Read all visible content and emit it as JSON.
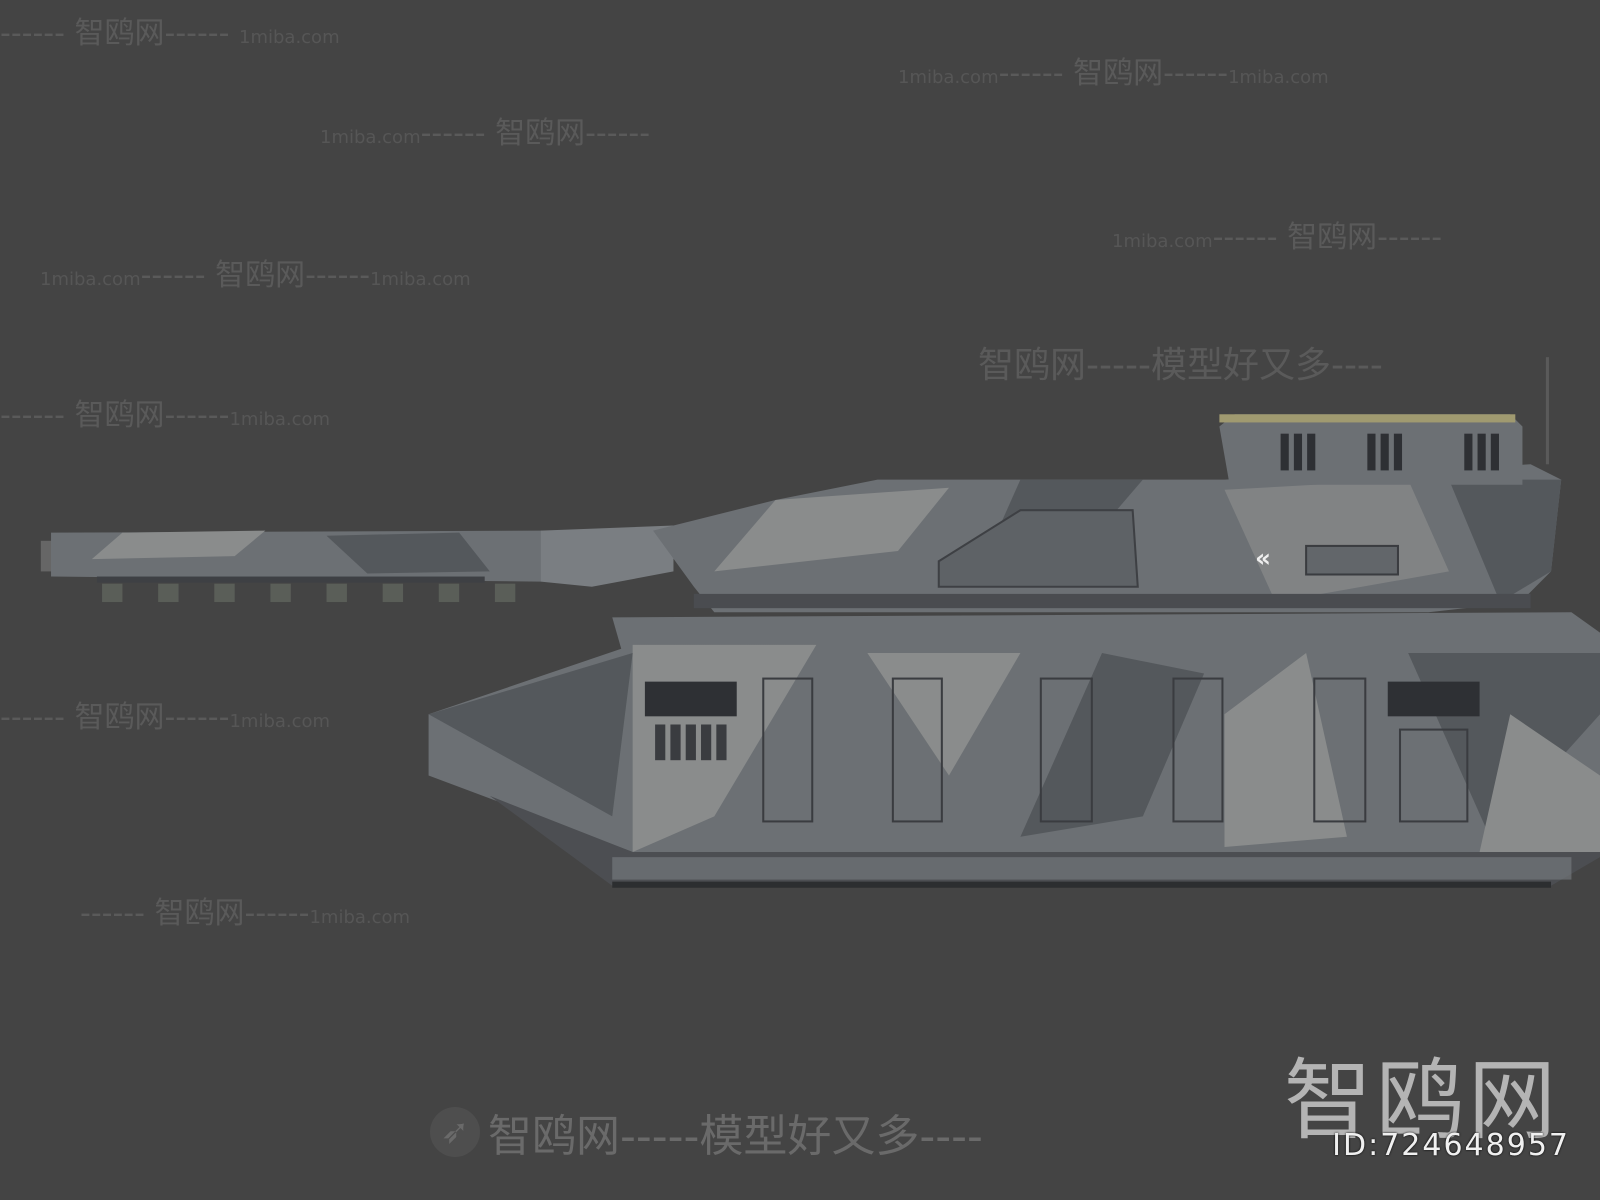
{
  "watermark": {
    "site": "智鸥网",
    "domain": "1miba.com",
    "slogan": "智鸥网-----模型好又多----",
    "dashes": "------",
    "bird_icon": "seagull-logo-icon"
  },
  "brand": {
    "name": "智鸥网",
    "id_label": "ID:724648957"
  },
  "colors": {
    "background": "#444444",
    "camo_dark": "#54585c",
    "camo_light": "#8a8c8c",
    "camo_mid": "#6c7074",
    "accent_olive": "#8a8a5a"
  }
}
